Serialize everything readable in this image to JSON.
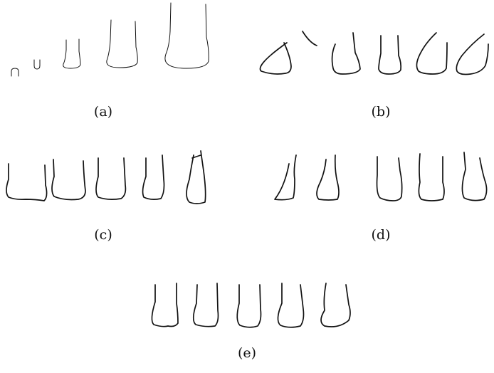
{
  "panels": [
    {
      "key": "a",
      "caption": "(a)",
      "shape_count": 5
    },
    {
      "key": "b",
      "caption": "(b)",
      "shape_count": 5
    },
    {
      "key": "c",
      "caption": "(c)",
      "shape_count": 5
    },
    {
      "key": "d",
      "caption": "(d)",
      "shape_count": 5
    },
    {
      "key": "e",
      "caption": "(e)",
      "shape_count": 5
    }
  ],
  "stroke_color": "#111111",
  "background_color": "#ffffff"
}
